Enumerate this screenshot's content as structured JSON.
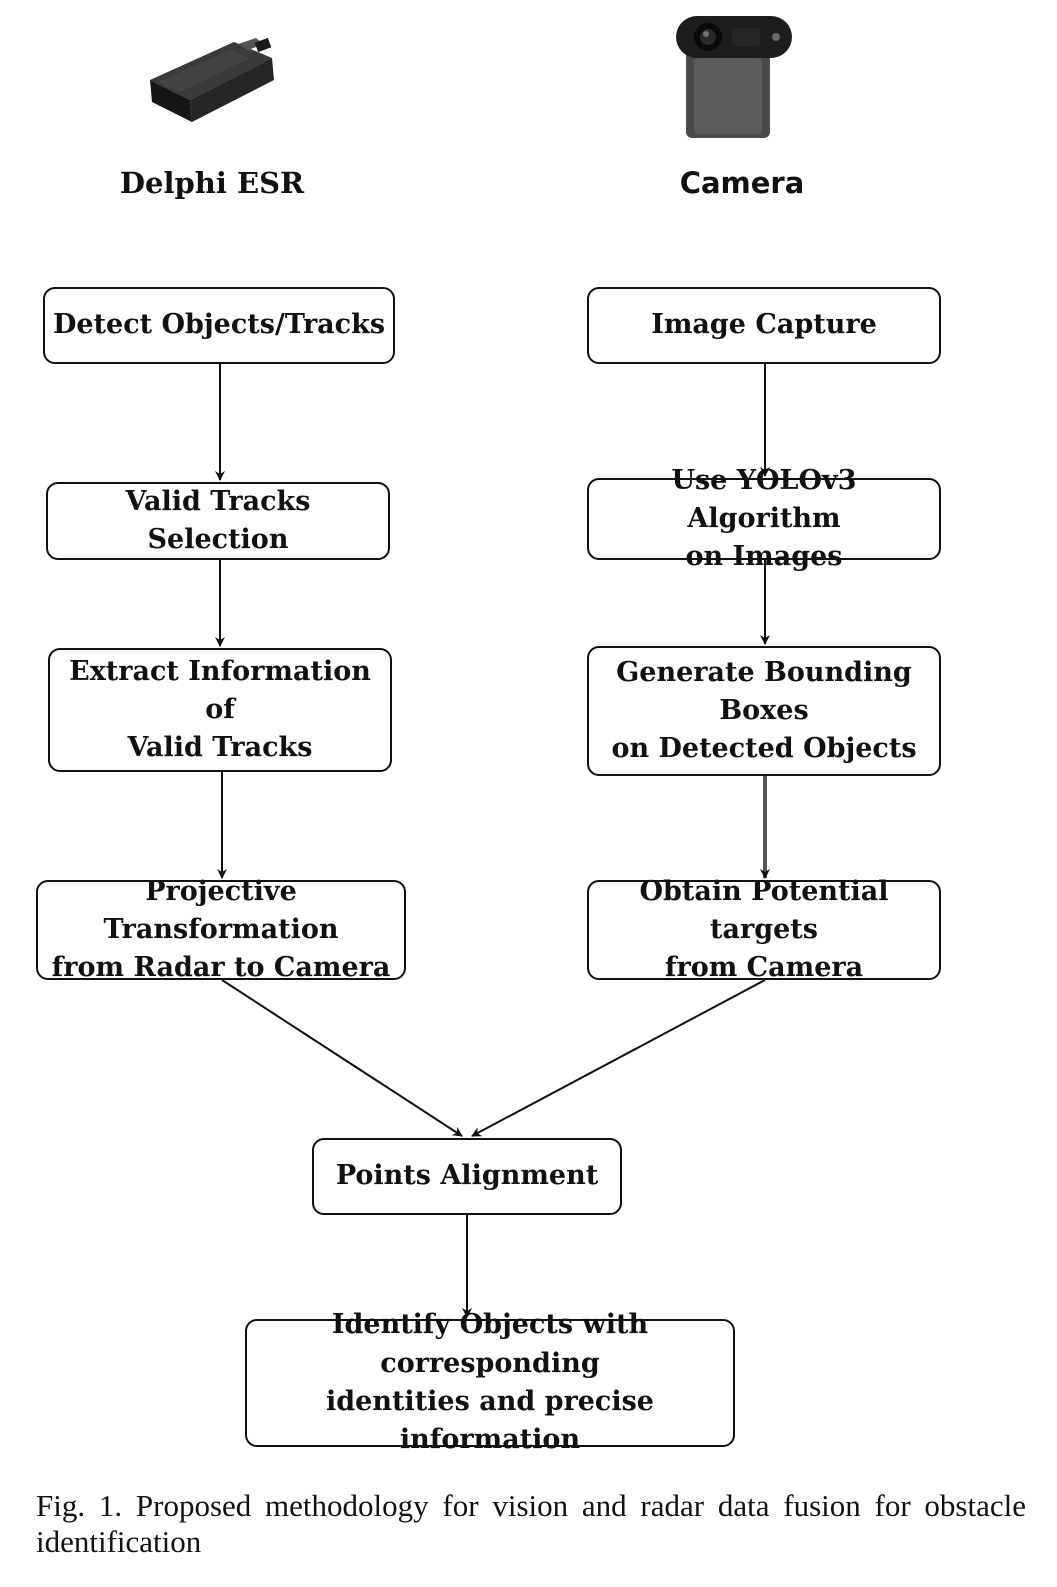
{
  "headings": {
    "left": "Delphi ESR",
    "right": "Camera"
  },
  "nodes": {
    "detect_objects": "Detect Objects/Tracks",
    "valid_tracks": "Valid Tracks Selection",
    "extract_info": "Extract Information of\nValid Tracks",
    "projective": "Projective Transformation\nfrom Radar to Camera",
    "image_capture": "Image Capture",
    "yolo": "Use YOLOv3 Algorithm\non Images",
    "bounding_boxes": "Generate Bounding Boxes\non Detected Objects",
    "potential_targets": "Obtain Potential targets\nfrom Camera",
    "points_alignment": "Points Alignment",
    "identify": "Identify Objects with corresponding\nidentities and precise information"
  },
  "edges": [
    {
      "from": "detect_objects",
      "to": "valid_tracks"
    },
    {
      "from": "valid_tracks",
      "to": "extract_info"
    },
    {
      "from": "extract_info",
      "to": "projective"
    },
    {
      "from": "image_capture",
      "to": "yolo"
    },
    {
      "from": "yolo",
      "to": "bounding_boxes"
    },
    {
      "from": "bounding_boxes",
      "to": "potential_targets"
    },
    {
      "from": "projective",
      "to": "points_alignment"
    },
    {
      "from": "potential_targets",
      "to": "points_alignment"
    },
    {
      "from": "points_alignment",
      "to": "identify"
    }
  ],
  "caption": {
    "line1": "Fig. 1.  Proposed methodology for vision and radar data fusion for obstacle",
    "line2": "identification"
  },
  "icons": {
    "radar": "radar-sensor-icon",
    "camera": "webcam-icon"
  },
  "colors": {
    "stroke": "#111111",
    "background": "#ffffff"
  }
}
